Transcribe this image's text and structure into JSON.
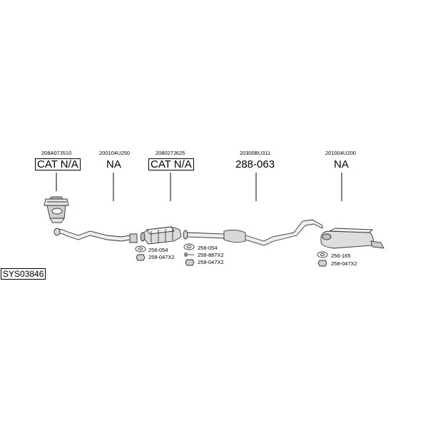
{
  "system_code": "SYS03846",
  "sections": [
    {
      "oem": "208A07J510",
      "part": "CAT N/A"
    },
    {
      "oem": "200104U250",
      "part": "NA"
    },
    {
      "oem": "208027J625",
      "part": "CAT N/A"
    },
    {
      "oem": "20300BU311",
      "part": "288-063"
    },
    {
      "oem": "201004U200",
      "part": "NA"
    }
  ],
  "accessories": {
    "group1": [
      "256-054",
      "258-047X2"
    ],
    "group2": [
      "256-054",
      "258-887X2",
      "258-047X2"
    ],
    "group3": [
      "256-165",
      "258-047X2"
    ]
  }
}
